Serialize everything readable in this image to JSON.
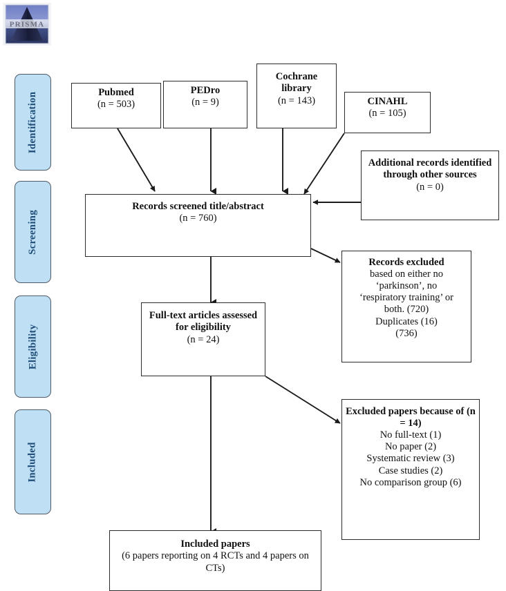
{
  "figure": {
    "type": "prisma-flow-diagram",
    "logo_alt": "PRISMA"
  },
  "stages": [
    {
      "label": "Identification"
    },
    {
      "label": "Screening"
    },
    {
      "label": "Eligibility"
    },
    {
      "label": "Included"
    }
  ],
  "sources": [
    {
      "name": "Pubmed",
      "count": "(n = 503)"
    },
    {
      "name": "PEDro",
      "count": "(n = 9)"
    },
    {
      "name": "Cochrane library",
      "count": "(n = 143)"
    },
    {
      "name": "CINAHL",
      "count": "(n = 105)"
    }
  ],
  "additional_records": {
    "title": "Additional records identified through other sources",
    "count": "(n = 0)"
  },
  "screened": {
    "title": "Records screened title/abstract",
    "count": "(n = 760)"
  },
  "records_excluded": {
    "title": "Records excluded",
    "line1": "based on either no",
    "line2": "‘parkinson’, no",
    "line3": "‘respiratory training’ or",
    "line4": "both. (720)",
    "line5": "Duplicates (16)",
    "line6": "(736)"
  },
  "full_text": {
    "title": "Full-text articles assessed for eligibility",
    "count": "(n = 24)"
  },
  "excluded_papers": {
    "title": "Excluded papers because of (n = 14)",
    "reasons": [
      "No full-text (1)",
      "No paper (2)",
      "Systematic review (3)",
      "Case studies (2)",
      "No comparison group (6)"
    ]
  },
  "included": {
    "title": "Included papers",
    "detail": "(6 papers reporting on 4 RCTs and 4 papers on CTs)"
  },
  "colors": {
    "stage_fill": "#bfdff4",
    "stage_text": "#1f4e79",
    "box_border": "#2b2b2b",
    "arrow": "#1a1a1a"
  }
}
